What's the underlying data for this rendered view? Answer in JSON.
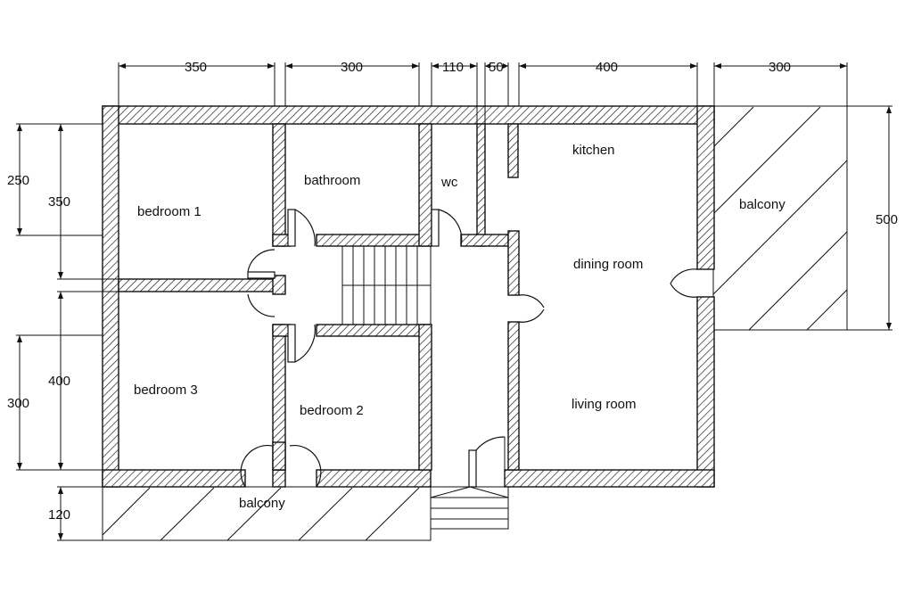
{
  "rooms": {
    "bedroom1": "bedroom 1",
    "bathroom": "bathroom",
    "wc": "wc",
    "kitchen": "kitchen",
    "balcony_right": "balcony",
    "dining_room": "dining room",
    "bedroom3": "bedroom 3",
    "bedroom2": "bedroom 2",
    "living_room": "living room",
    "balcony_bottom": "balcony"
  },
  "dimensions": {
    "top": [
      "350",
      "300",
      "110",
      "50",
      "400",
      "300"
    ],
    "left_outer": [
      "250",
      "300"
    ],
    "left_inner": [
      "350",
      "400",
      "120"
    ],
    "right": "500"
  }
}
